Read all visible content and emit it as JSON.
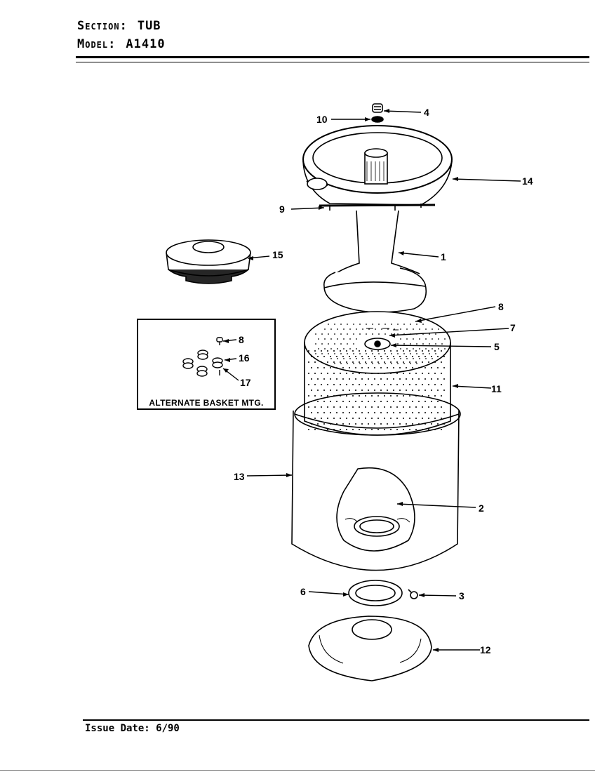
{
  "header": {
    "section_label": "Section:",
    "section_value": "TUB",
    "model_label": "Model:",
    "model_value": "A1410"
  },
  "footer": {
    "issue_date": "Issue Date: 6/90"
  },
  "inset": {
    "caption": "ALTERNATE BASKET MTG."
  },
  "callouts": {
    "c1": "1",
    "c2": "2",
    "c3": "3",
    "c4": "4",
    "c5": "5",
    "c6": "6",
    "c7": "7",
    "c8": "8",
    "c8b": "8",
    "c9": "9",
    "c10": "10",
    "c11": "11",
    "c12": "12",
    "c13": "13",
    "c14": "14",
    "c15": "15",
    "c16": "16",
    "c17": "17"
  }
}
